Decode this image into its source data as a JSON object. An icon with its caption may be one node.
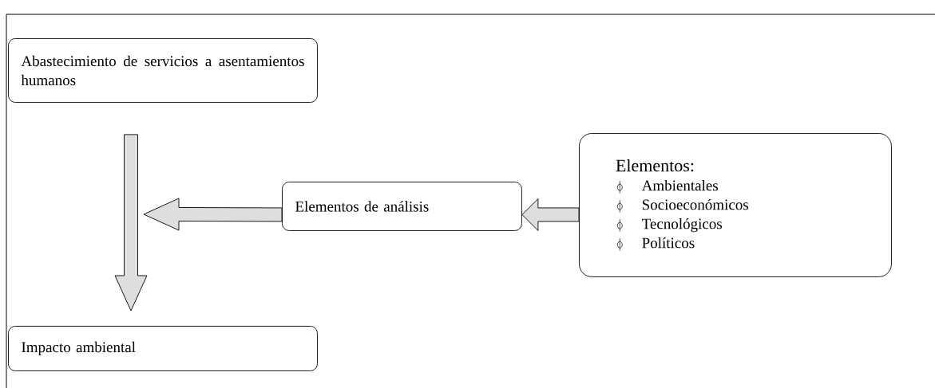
{
  "diagram": {
    "nodes": [
      {
        "text": [
          "Abastecimiento de servicios a asentamientos humanos"
        ]
      },
      {
        "text": [
          "Impacto ambiental"
        ]
      },
      {
        "text": [
          "Elementos de análisis"
        ]
      },
      {
        "text": [
          "Elementos:",
          "Ambientales",
          "Socioeconómicos",
          "Tecnológicos",
          "Políticos"
        ]
      }
    ],
    "edges": [
      {
        "from": 0,
        "to": 1,
        "arrow": "to"
      },
      {
        "from": 2,
        "to": null,
        "arrow": "to"
      },
      {
        "from": 3,
        "to": 2,
        "arrow": "to"
      }
    ]
  }
}
